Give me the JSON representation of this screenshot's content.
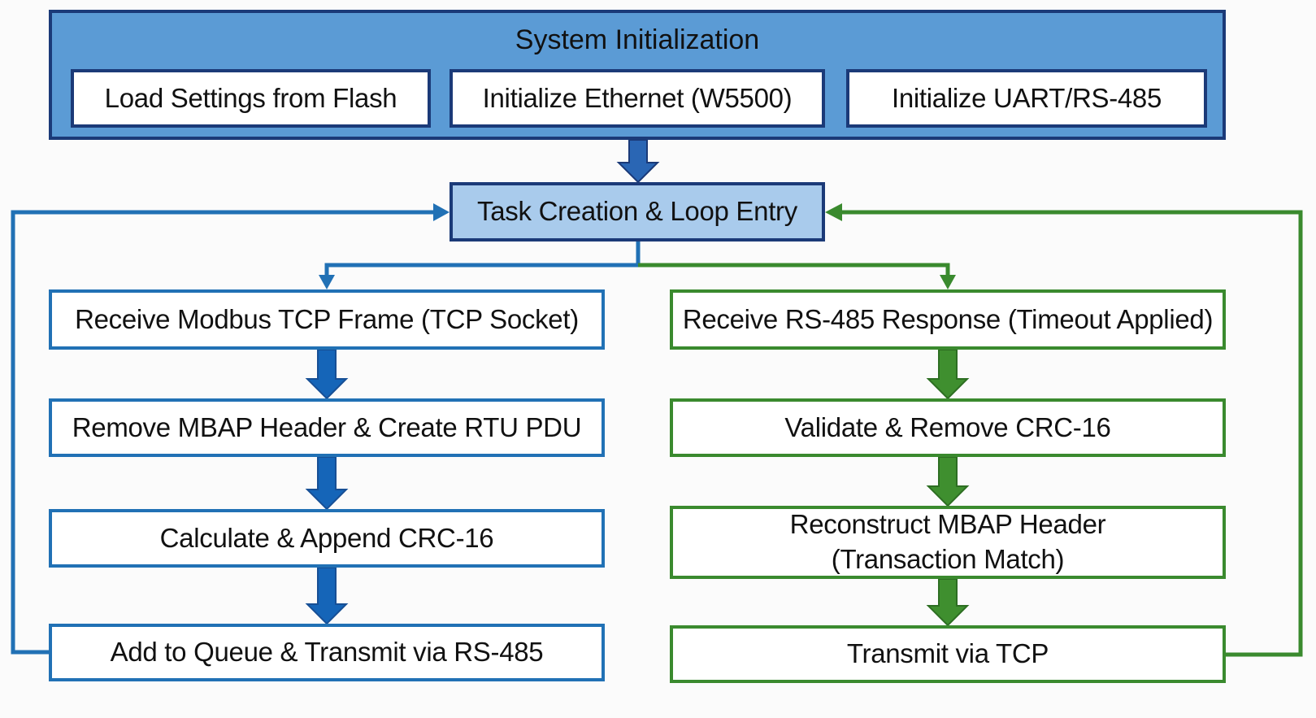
{
  "colors": {
    "init_fill": "#5b9bd5",
    "init_border": "#1b3a78",
    "task_fill": "#a9cbec",
    "tcp_to_rtu_path": "#2171b5",
    "rtu_to_tcp_path": "#3a8a2e",
    "arrow_blue": "#1565b8",
    "arrow_green": "#3f8f2f"
  },
  "init": {
    "title": "System Initialization",
    "steps": [
      "Load Settings from Flash",
      "Initialize Ethernet (W5500)",
      "Initialize UART/RS-485"
    ]
  },
  "task": {
    "label": "Task Creation & Loop Entry"
  },
  "left_path": {
    "steps": [
      "Receive Modbus TCP Frame (TCP Socket)",
      "Remove MBAP Header & Create RTU PDU",
      "Calculate & Append CRC-16",
      "Add to Queue & Transmit via RS-485"
    ]
  },
  "right_path": {
    "steps": [
      "Receive RS-485 Response (Timeout Applied)",
      "Validate & Remove CRC-16",
      "Reconstruct MBAP Header",
      "Transmit via TCP"
    ],
    "step3_line2": "(Transaction Match)"
  }
}
